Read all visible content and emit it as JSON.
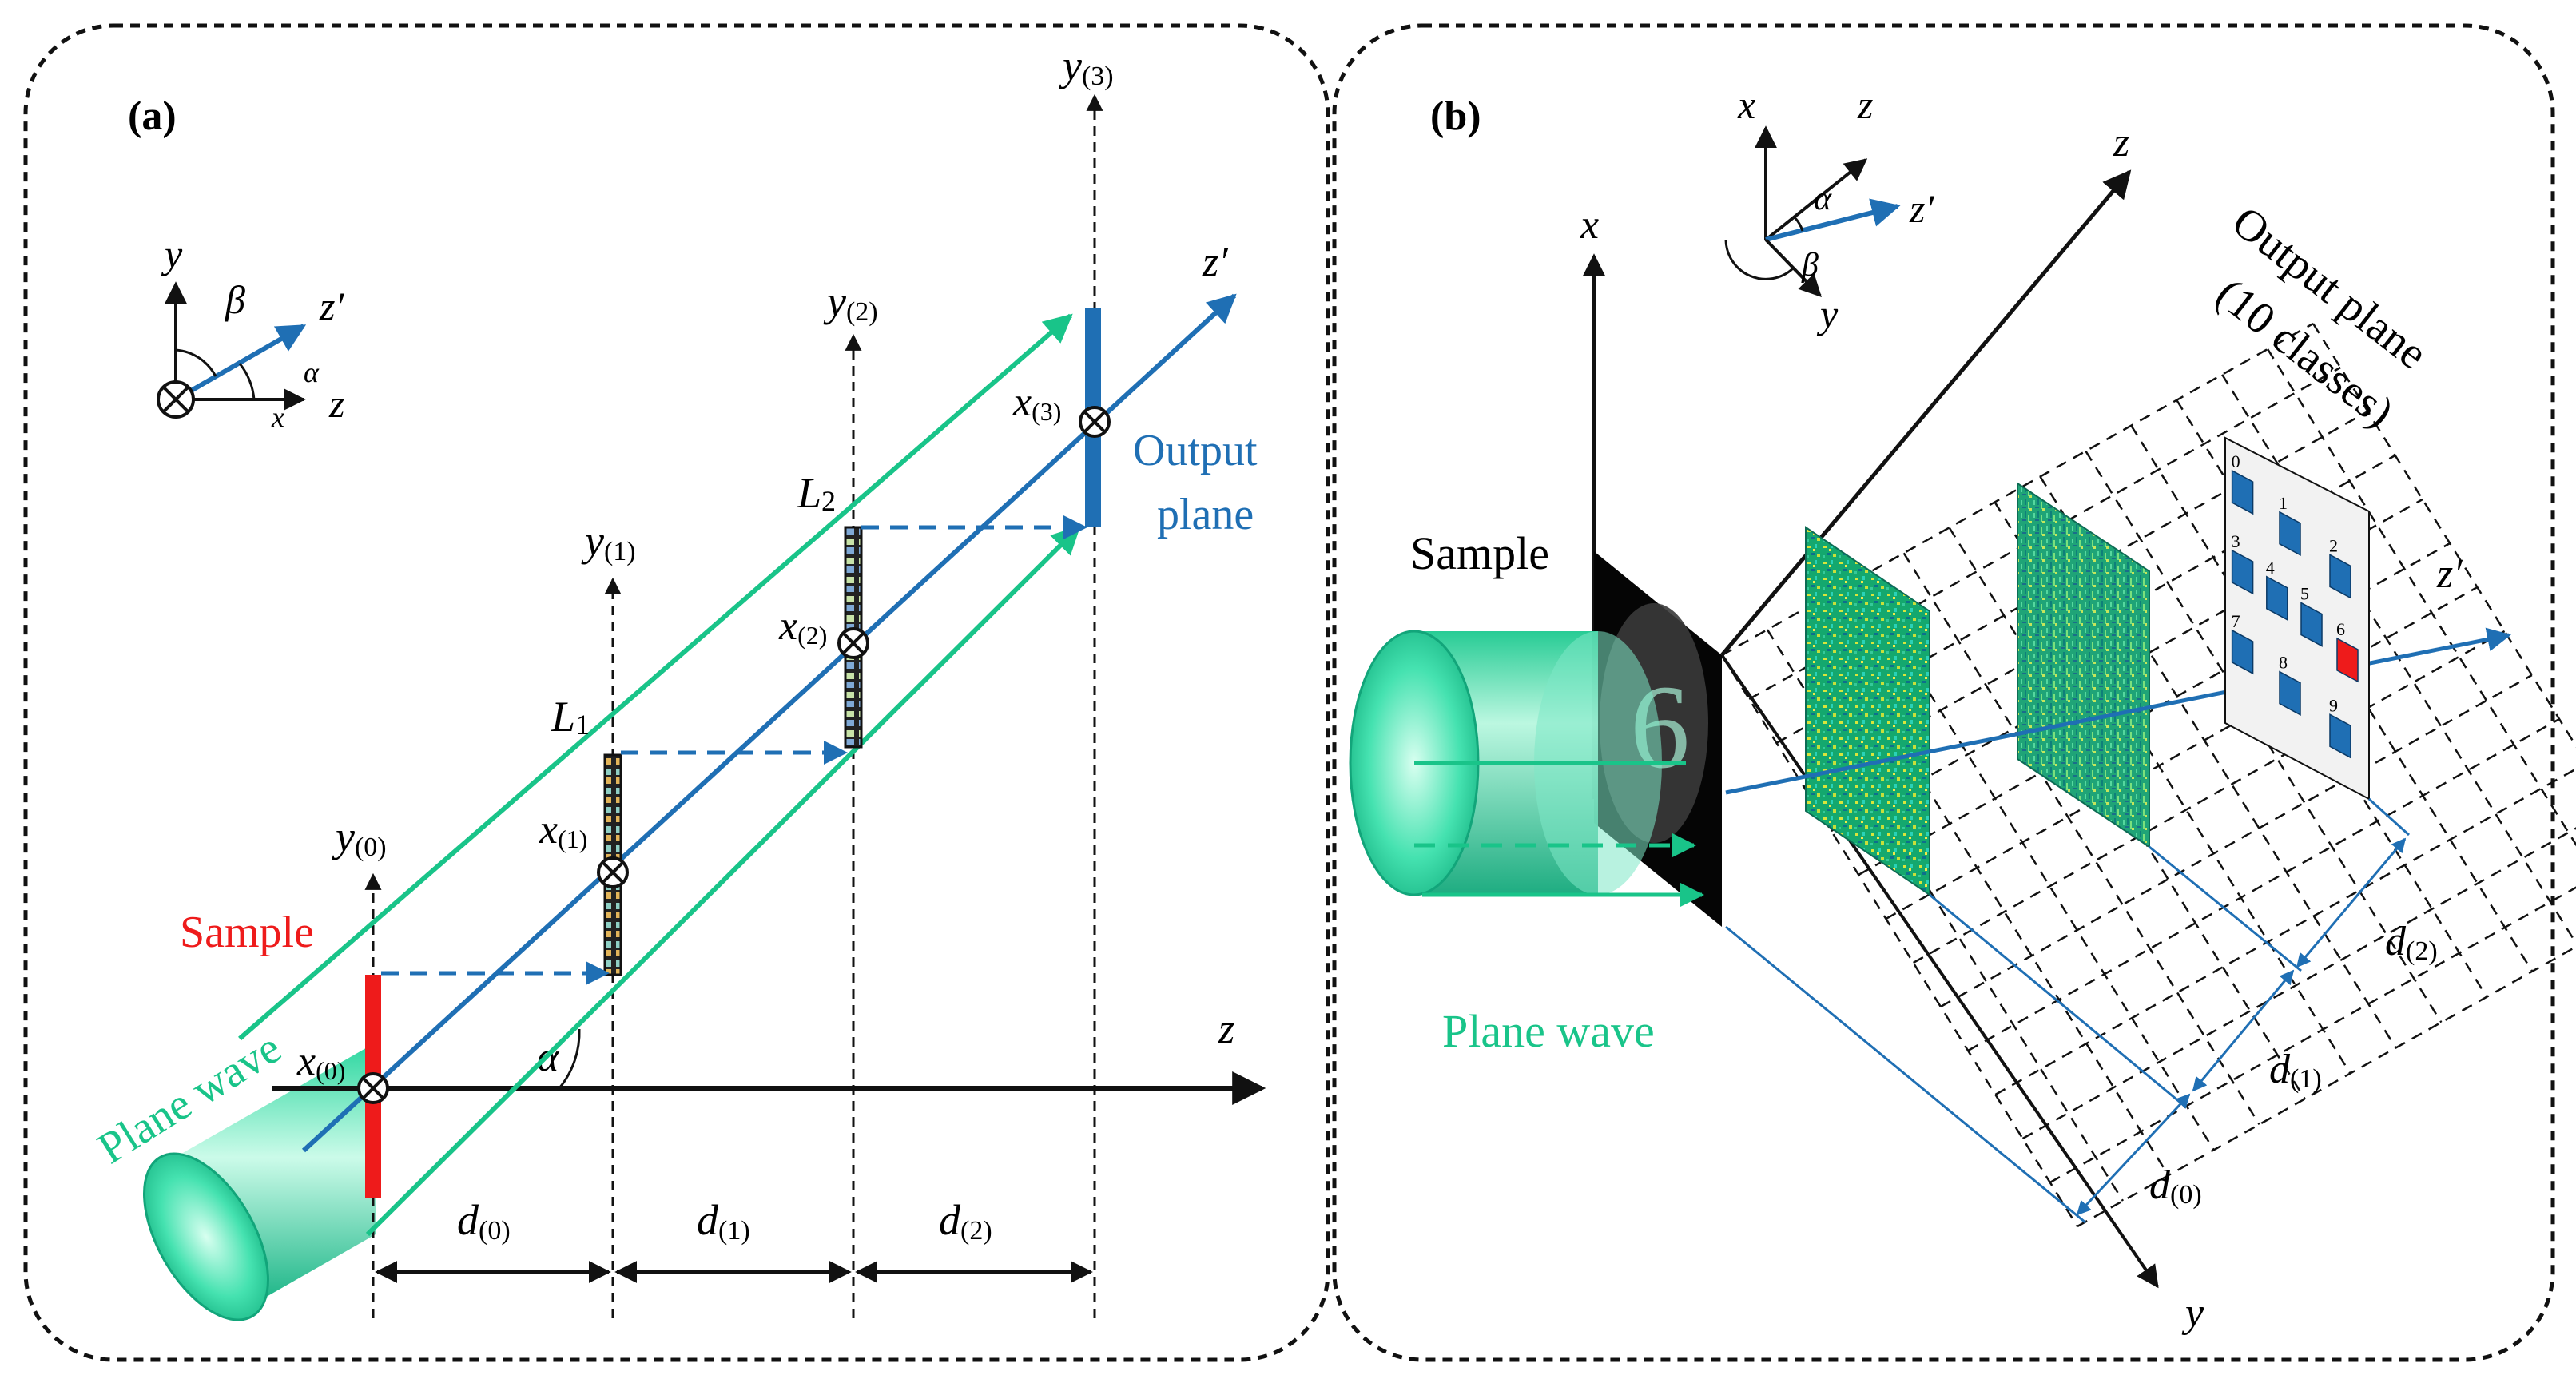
{
  "colors": {
    "blue": "#1f6fb4",
    "green": "#19c489",
    "red": "#ee1b1b",
    "black": "#111111"
  },
  "panel_a": {
    "tag": "(a)",
    "sample_label": "Sample",
    "plane_wave_label": "Plane wave",
    "output_label_line1": "Output",
    "output_label_line2": "plane",
    "axis_z": "z",
    "alpha": "α",
    "inset": {
      "y": "y",
      "beta": "β",
      "zprime": "z′",
      "alpha": "α",
      "z": "z",
      "x": "x"
    },
    "layers": [
      {
        "y_axis": "y",
        "sub": "(0)",
        "x": "x",
        "xsub": "(0)",
        "d": "d",
        "dsub": "(0)"
      },
      {
        "y_axis": "y",
        "sub": "(1)",
        "x": "x",
        "xsub": "(1)",
        "d": "d",
        "dsub": "(1)",
        "lens": "L",
        "lens_sub": "1"
      },
      {
        "y_axis": "y",
        "sub": "(2)",
        "x": "x",
        "xsub": "(2)",
        "d": "d",
        "dsub": "(2)",
        "lens": "L",
        "lens_sub": "2"
      },
      {
        "y_axis": "y",
        "sub": "(3)",
        "x": "x",
        "xsub": "(3)"
      }
    ],
    "zprime": "z′"
  },
  "panel_b": {
    "tag": "(b)",
    "sample_label": "Sample",
    "plane_wave_label": "Plane wave",
    "output_label_line1": "Output plane",
    "output_label_line2": "(10 classes)",
    "axis_x": "x",
    "axis_z": "z",
    "axis_y": "y",
    "zprime": "z′",
    "inset": {
      "x": "x",
      "z": "z",
      "alpha": "α",
      "zprime": "z′",
      "beta": "β",
      "y": "y"
    },
    "distances": [
      {
        "d": "d",
        "sub": "(0)"
      },
      {
        "d": "d",
        "sub": "(1)"
      },
      {
        "d": "d",
        "sub": "(2)"
      }
    ],
    "digit_sample": "6",
    "classes": [
      "0",
      "1",
      "2",
      "3",
      "4",
      "5",
      "6",
      "7",
      "8",
      "9"
    ],
    "predicted_class": "6"
  }
}
